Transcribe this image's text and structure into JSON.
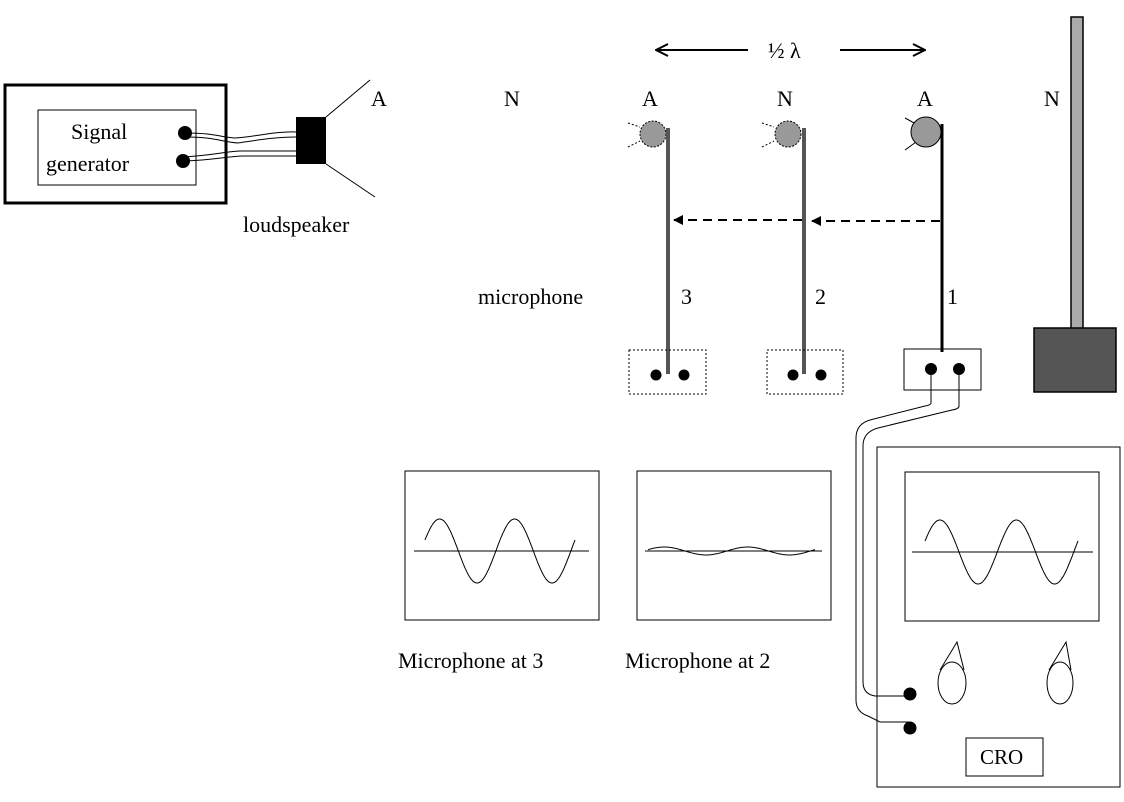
{
  "signal_generator": {
    "label_line1": "Signal",
    "label_line2": "generator"
  },
  "loudspeaker": {
    "label": "loudspeaker"
  },
  "wavelength": {
    "label": "½ λ"
  },
  "nodes": {
    "antinode_label": "A",
    "node_label": "N"
  },
  "microphone": {
    "label": "microphone",
    "positions": [
      "1",
      "2",
      "3"
    ]
  },
  "traces": {
    "caption_3": "Microphone at 3",
    "caption_2": "Microphone at 2"
  },
  "cro": {
    "label": "CRO"
  },
  "colors": {
    "stroke": "#000000",
    "mic_head": "#999999",
    "stand_base": "#555555",
    "rod": "#aaaaaa"
  }
}
